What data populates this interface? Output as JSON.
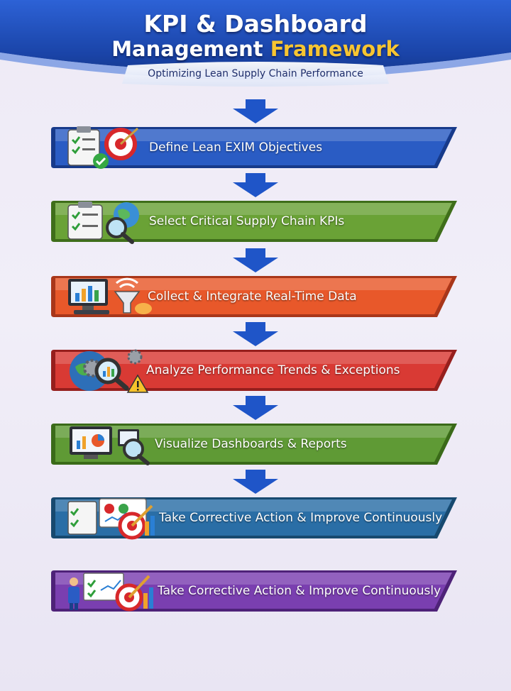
{
  "header": {
    "title_line1": "KPI & Dashboard",
    "title_line2_main": "Management",
    "title_line2_accent": "Framework",
    "subtitle": "Optimizing Lean Supply Chain Performance",
    "accent_color": "#f7c531",
    "banner_color": "#1f4bb5"
  },
  "steps": [
    {
      "label": "Define Lean EXIM Objectives",
      "color": "#2a5cc4",
      "dark": "#173a8a",
      "icon": "checklist-target-icon"
    },
    {
      "label": "Select Critical Supply Chain KPIs",
      "color": "#6aa236",
      "dark": "#3f6e1a",
      "icon": "clipboard-globe-magnifier-icon"
    },
    {
      "label": "Collect & Integrate Real-Time Data",
      "color": "#e8582a",
      "dark": "#a8361a",
      "icon": "monitor-funnel-cloud-icon"
    },
    {
      "label": "Analyze Performance Trends & Exceptions",
      "color": "#d93a34",
      "dark": "#961f1d",
      "icon": "gears-globe-warning-icon"
    },
    {
      "label": "Visualize Dashboards & Reports",
      "color": "#5f9a35",
      "dark": "#3a6a19",
      "icon": "dashboard-screens-icon"
    },
    {
      "label": "Take Corrective Action & Improve Continuously",
      "color": "#2a6ea6",
      "dark": "#17496f",
      "icon": "board-target-chart-icon"
    },
    {
      "label": "Take Corrective Action & Improve Continuously",
      "color": "#7a3fb0",
      "dark": "#4e2278",
      "icon": "presenter-target-chart-icon"
    }
  ],
  "arrow_color": "#1f55c8"
}
